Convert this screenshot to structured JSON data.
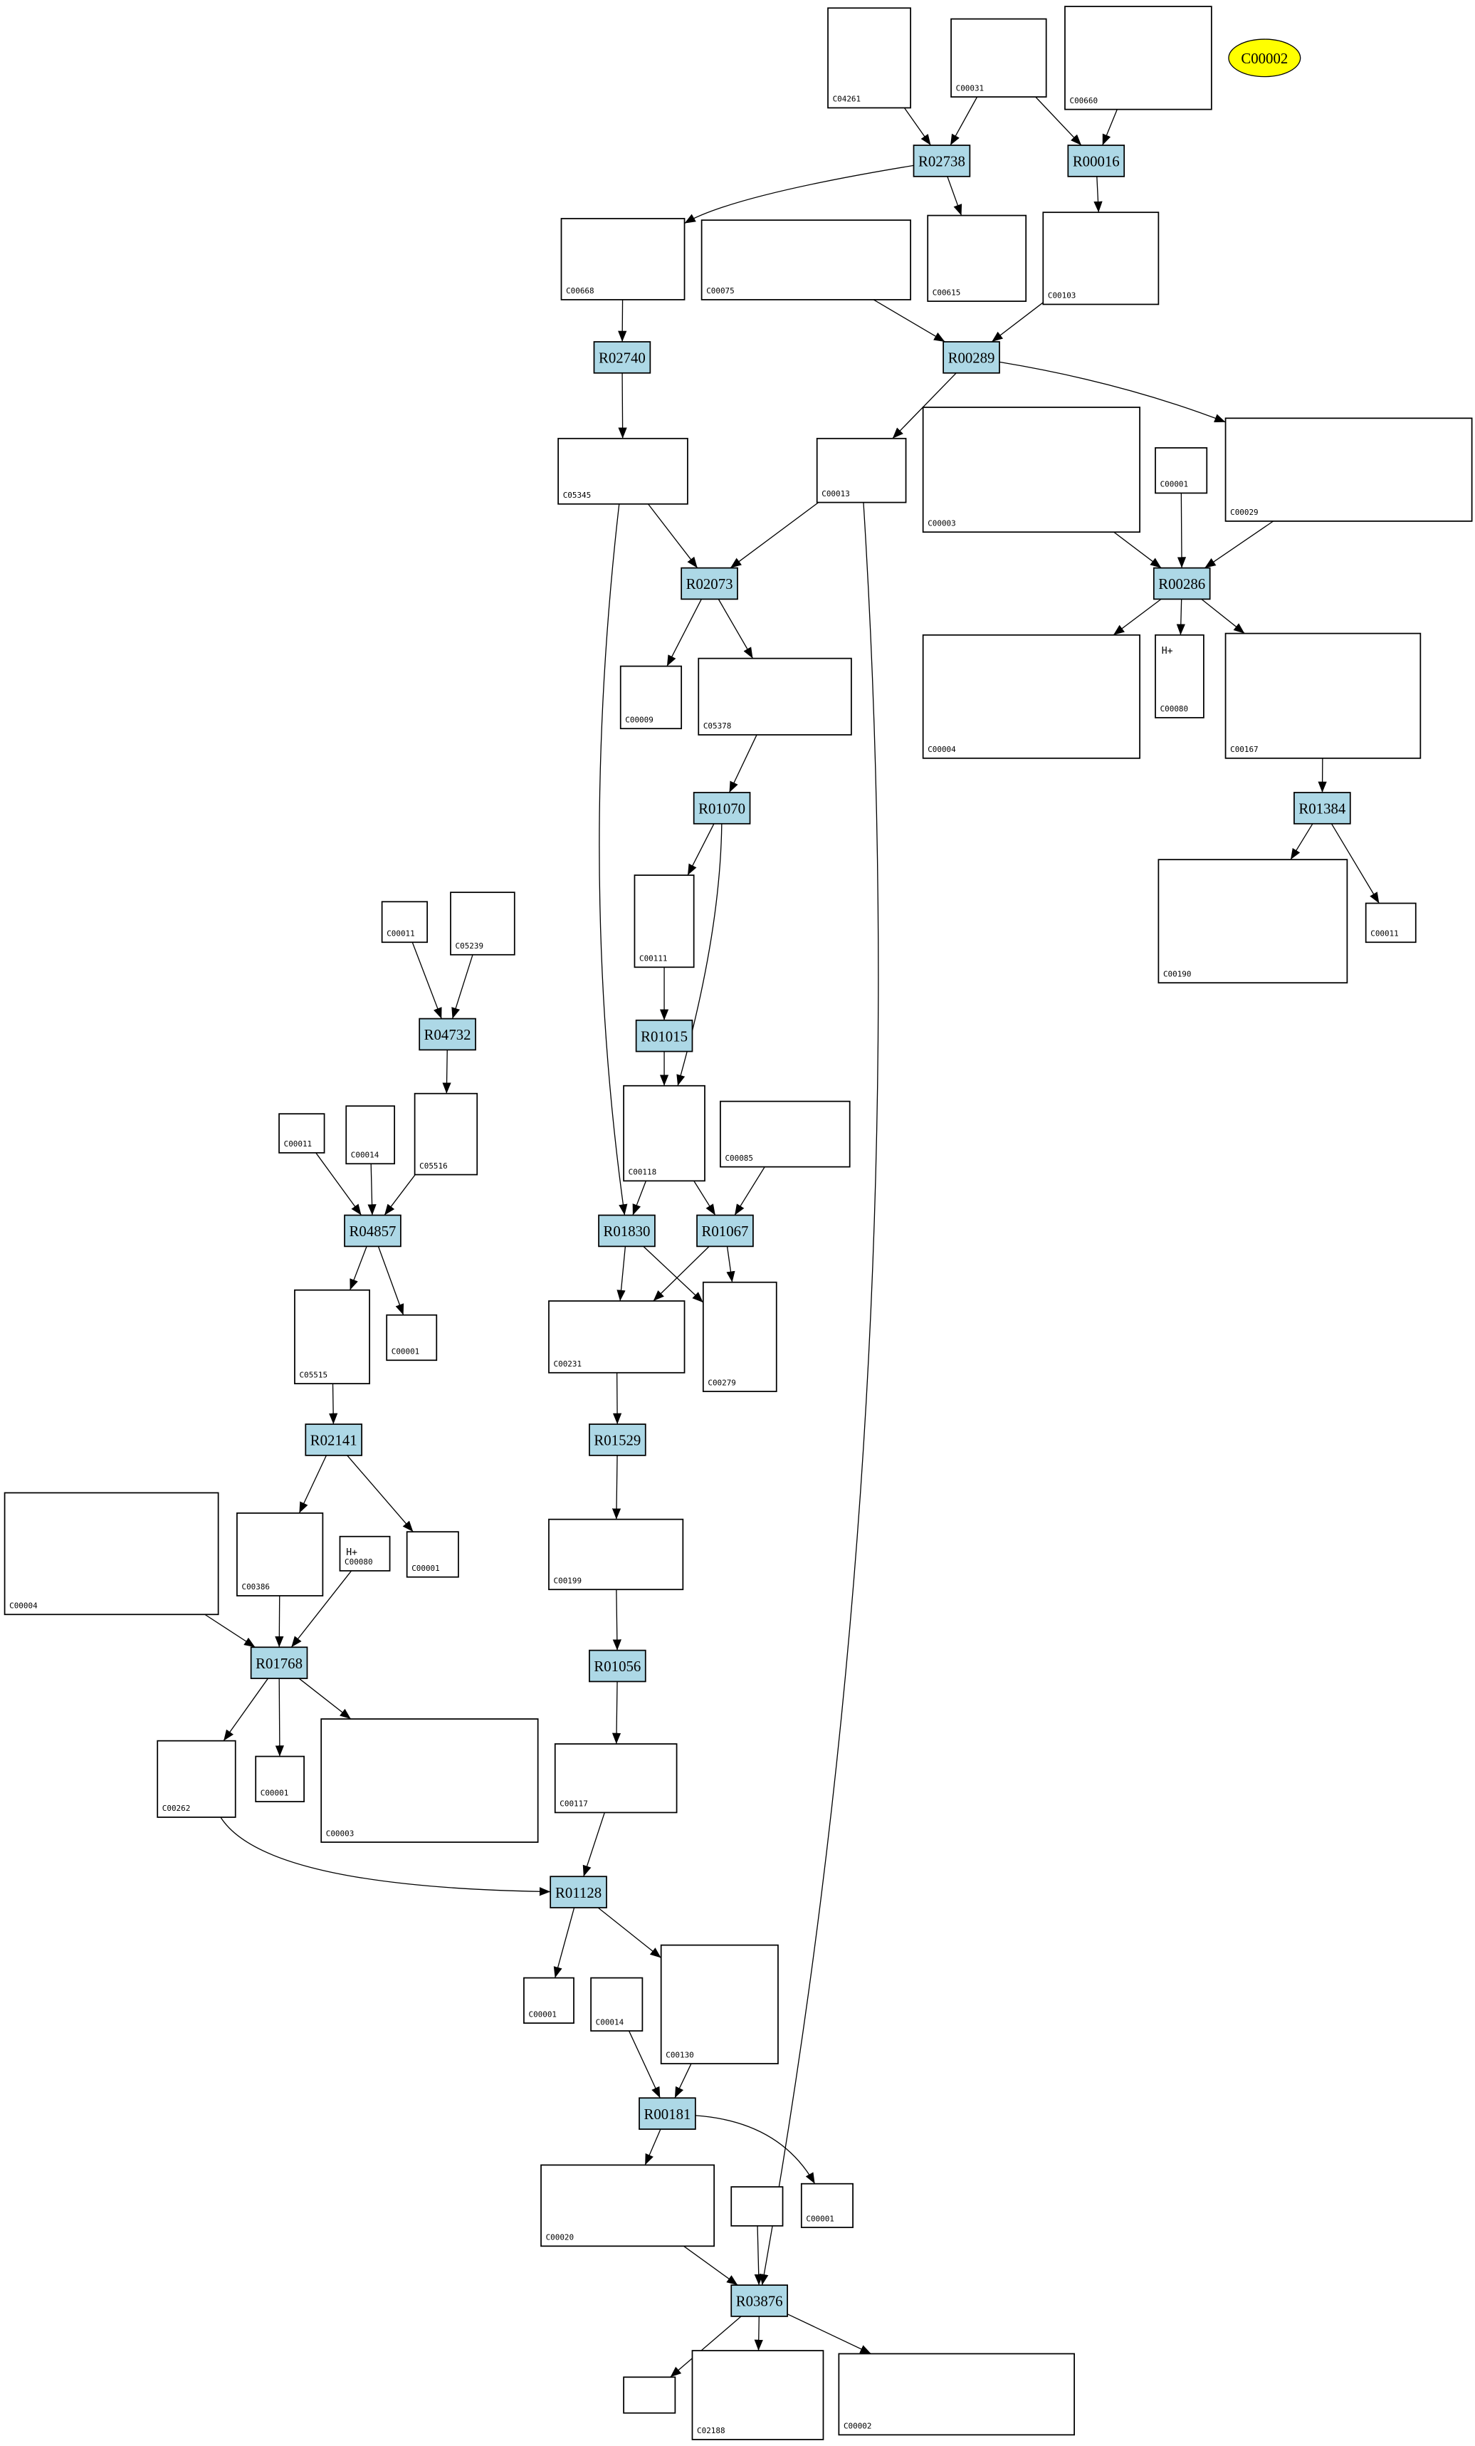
{
  "colors": {
    "reaction_fill": "#add8e6",
    "highlight_fill": "#ffff00",
    "edge": "#000000"
  },
  "highlight": {
    "label": "C00002"
  },
  "reactions": {
    "r02738": "R02738",
    "r00016": "R00016",
    "r02740": "R02740",
    "r00289": "R00289",
    "r02073": "R02073",
    "r00286": "R00286",
    "r01070": "R01070",
    "r01384": "R01384",
    "r04732": "R04732",
    "r01015": "R01015",
    "r04857": "R04857",
    "r01830": "R01830",
    "r01067": "R01067",
    "r02141": "R02141",
    "r01529": "R01529",
    "r01768": "R01768",
    "r01056": "R01056",
    "r01128": "R01128",
    "r00181": "R00181",
    "r03876": "R03876"
  },
  "compounds": {
    "c04261": "C04261",
    "c00031": "C00031",
    "c00660": "C00660",
    "c00668": "C00668",
    "c00075": "C00075",
    "c00615": "C00615",
    "c00103": "C00103",
    "c05345": "C05345",
    "c00013": "C00013",
    "c00003a": "C00003",
    "c00001a": "C00001",
    "c00029": "C00029",
    "c00009": "C00009",
    "c05378": "C05378",
    "c00004a": "C00004",
    "c00080a": "C00080",
    "c00167": "C00167",
    "c00111": "C00111",
    "c00011a": "C00011",
    "c05239": "C05239",
    "c00190": "C00190",
    "c00011b": "C00011",
    "c00118": "C00118",
    "c00085": "C00085",
    "c00011c": "C00011",
    "c00014a": "C00014",
    "c05516": "C05516",
    "c05515": "C05515",
    "c00001b": "C00001",
    "c00231": "C00231",
    "c00279": "C00279",
    "c00004b": "C00004",
    "c00386": "C00386",
    "c00080b": "C00080",
    "c00001c": "C00001",
    "c00199": "C00199",
    "c00262": "C00262",
    "c00001d": "C00001",
    "c00003b": "C00003",
    "c00117": "C00117",
    "c00001e": "C00001",
    "c00014b": "C00014",
    "c00130": "C00130",
    "c00020": "C00020",
    "c00001f": "C00001",
    "c02188": "C02188",
    "c00002": "C00002"
  },
  "formula_marks": {
    "c00080a": "H+",
    "c00080b": "H+"
  }
}
